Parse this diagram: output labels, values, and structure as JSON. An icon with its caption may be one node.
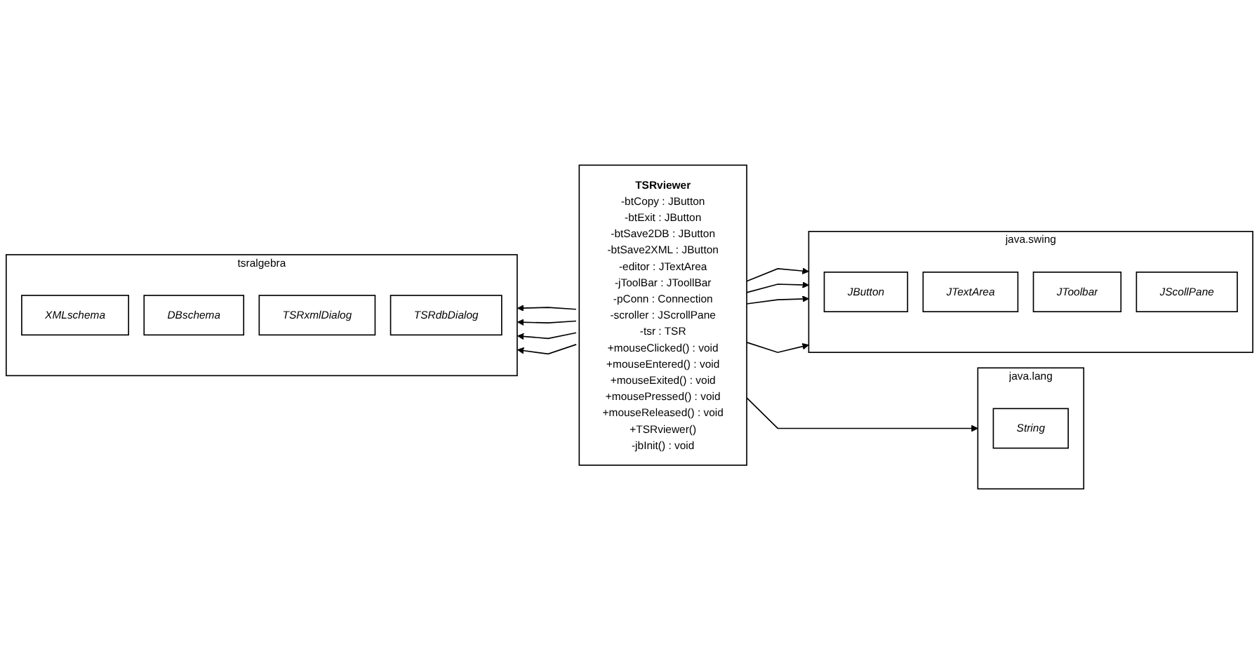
{
  "diagram": {
    "nodes": [
      {
        "text": [
          "TSRviewer",
          "-btCopy : JButton",
          "-btExit : JButton",
          "-btSave2DB : JButton",
          "-btSave2XML : JButton",
          "-editor : JTextArea",
          "-jToolBar : JToollBar",
          "-pConn : Connection",
          "-scroller : JScrollPane",
          "-tsr : TSR",
          "+mouseClicked() : void",
          "+mouseEntered() : void",
          "+mouseExited() : void",
          "+mousePressed() : void",
          "+mouseReleased() : void",
          "+TSRviewer()",
          "-jbInit() : void"
        ]
      },
      {
        "text": [
          "java.swing"
        ]
      },
      {
        "text": [
          "JButton"
        ],
        "in": 1
      },
      {
        "text": [
          "JTextArea"
        ],
        "in": 1
      },
      {
        "text": [
          "JToolbar"
        ],
        "in": 1
      },
      {
        "text": [
          "JScollPane"
        ],
        "in": 1
      },
      {
        "text": [
          "tsralgebra"
        ]
      },
      {
        "text": [
          "XMLschema"
        ],
        "in": 6
      },
      {
        "text": [
          "DBschema"
        ],
        "in": 6
      },
      {
        "text": [
          "TSRxmlDialog"
        ],
        "in": 6
      },
      {
        "text": [
          "TSRdbDialog"
        ],
        "in": 6
      },
      {
        "text": [
          "java.lang"
        ]
      },
      {
        "text": [
          "String"
        ],
        "in": 11
      }
    ],
    "edges": [
      {
        "from": 0,
        "to": 1,
        "arrow": "to"
      },
      {
        "from": 0,
        "to": 1,
        "arrow": "to"
      },
      {
        "from": 0,
        "to": 1,
        "arrow": "to"
      },
      {
        "from": 0,
        "to": 1,
        "arrow": "to"
      },
      {
        "from": 0,
        "to": 6,
        "arrow": "to"
      },
      {
        "from": 0,
        "to": 6,
        "arrow": "to"
      },
      {
        "from": 0,
        "to": 6,
        "arrow": "to"
      },
      {
        "from": 0,
        "to": 6,
        "arrow": "to"
      },
      {
        "from": 0,
        "to": 11,
        "arrow": "to"
      }
    ]
  }
}
